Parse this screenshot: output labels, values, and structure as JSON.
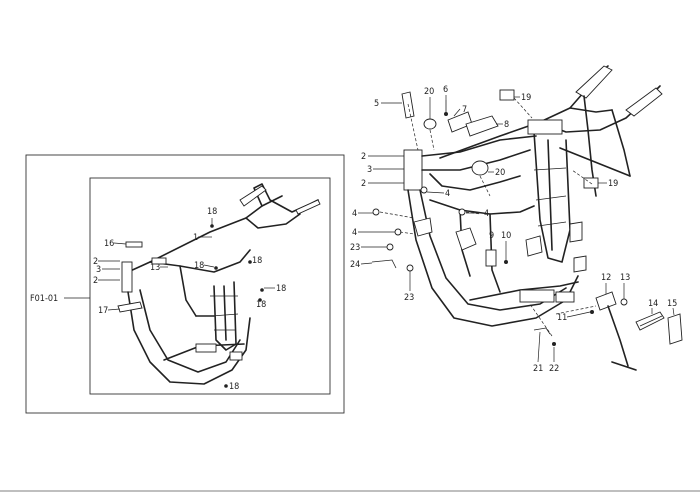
{
  "inset": {
    "code_label": "F01-01",
    "callouts": [
      "18",
      "16",
      "1",
      "2",
      "3",
      "2",
      "13",
      "18",
      "18",
      "18",
      "18",
      "17",
      "18"
    ]
  },
  "main": {
    "callouts": [
      "5",
      "20",
      "6",
      "7",
      "8",
      "19",
      "2",
      "3",
      "2",
      "20",
      "19",
      "4",
      "4",
      "4",
      "4",
      "23",
      "24",
      "9",
      "10",
      "23",
      "12",
      "13",
      "11",
      "14",
      "15",
      "21",
      "22"
    ]
  }
}
